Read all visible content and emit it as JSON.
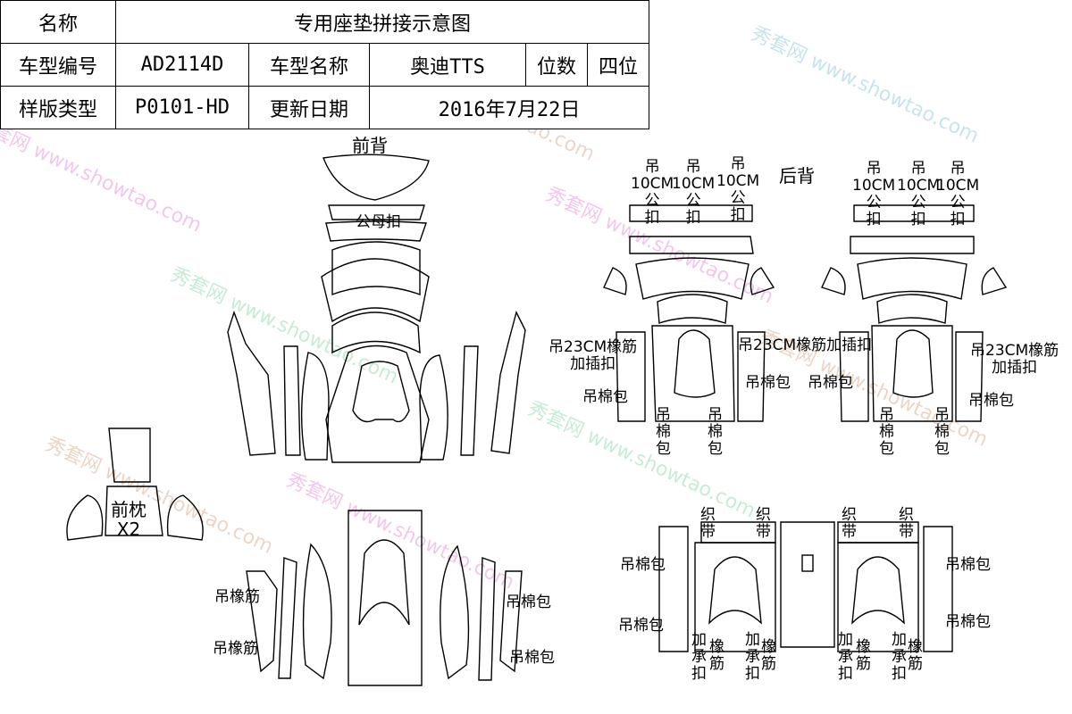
{
  "header": {
    "name_label": "名称",
    "name_value": "专用座垫拼接示意图",
    "model_code_label": "车型编号",
    "model_code_value": "AD2114D",
    "model_name_label": "车型名称",
    "model_name_value": "奥迪TTS",
    "seats_label": "位数",
    "seats_value": "四位",
    "pattern_type_label": "样版类型",
    "pattern_type_value": "P0101-HD",
    "update_date_label": "更新日期",
    "update_date_value": "2016年7月22日"
  },
  "labels": {
    "front_back": "前背",
    "rear_back": "后背",
    "male_female_clip": "公母扣",
    "front_headrest": "前枕\nX2",
    "hang_10cm_1": "吊\n10CM\n公\n扣",
    "hang_10cm_2": "吊\n10CM\n公\n扣",
    "hang_10cm_3": "吊\n10CM\n公\n扣",
    "hang_10cm_4": "吊\n10CM\n公\n扣",
    "hang_10cm_5": "吊\n10CM\n公\n扣",
    "hang_10cm_6": "吊\n10CM\n公\n扣",
    "hang_23cm_left": "吊23CM橡筋\n加插扣",
    "hang_23cm_mid": "吊23CM橡筋加插扣",
    "hang_23cm_right": "吊23CM橡筋\n加插扣",
    "cotton_1": "吊棉包",
    "cotton_2": "吊\n棉\n包",
    "cotton_3": "吊\n棉\n包",
    "cotton_4": "吊棉包",
    "cotton_5": "吊棉包",
    "cotton_6": "吊\n棉\n包",
    "cotton_7": "吊\n棉\n包",
    "cotton_8": "吊棉包",
    "elastic_1": "吊橡筋",
    "elastic_2": "吊橡筋",
    "cotton_9": "吊棉包",
    "cotton_10": "吊棉包",
    "cotton_11": "吊棉包",
    "cotton_12": "吊棉包",
    "cotton_13": "吊棉包",
    "cotton_14": "吊棉包",
    "strap_1": "织\n带",
    "strap_2": "织\n带",
    "strap_3": "织\n带",
    "strap_4": "织\n带",
    "add_clip_1": "加\n承\n扣",
    "elastic_3": "橡\n筋",
    "add_clip_2": "加\n承\n扣",
    "elastic_4": "橡\n筋",
    "add_clip_3": "加\n承\n扣",
    "elastic_5": "橡\n筋",
    "add_clip_4": "加\n承\n扣",
    "elastic_6": "橡\n筋"
  },
  "watermark": {
    "text": "秀套网 www.showtao.com"
  }
}
